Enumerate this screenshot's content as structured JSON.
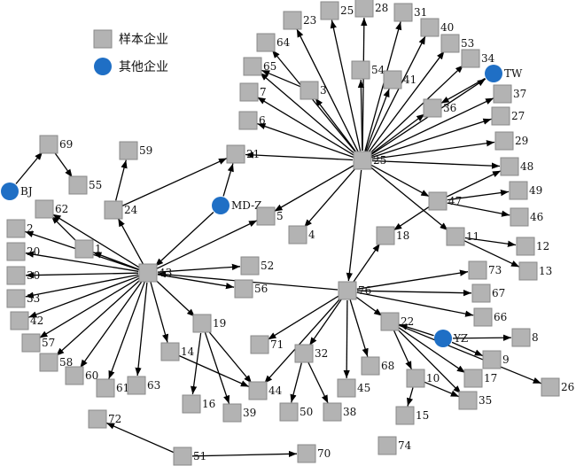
{
  "legend": {
    "sample_label": "样本企业",
    "other_label": "其他企业"
  },
  "colors": {
    "sample_fill": "#b3b3b3",
    "sample_stroke": "#8a8a8a",
    "other_fill": "#1f6fc5",
    "edge": "#000000"
  },
  "nodes": [
    {
      "id": "69",
      "label": "69",
      "type": "sample"
    },
    {
      "id": "BJ",
      "label": "BJ",
      "type": "other"
    },
    {
      "id": "55",
      "label": "55",
      "type": "sample"
    },
    {
      "id": "59",
      "label": "59",
      "type": "sample"
    },
    {
      "id": "24",
      "label": "24",
      "type": "sample"
    },
    {
      "id": "62",
      "label": "62",
      "type": "sample"
    },
    {
      "id": "2",
      "label": "2",
      "type": "sample"
    },
    {
      "id": "20",
      "label": "20",
      "type": "sample"
    },
    {
      "id": "30",
      "label": "30",
      "type": "sample"
    },
    {
      "id": "33",
      "label": "33",
      "type": "sample"
    },
    {
      "id": "42",
      "label": "42",
      "type": "sample"
    },
    {
      "id": "57",
      "label": "57",
      "type": "sample"
    },
    {
      "id": "58",
      "label": "58",
      "type": "sample"
    },
    {
      "id": "60",
      "label": "60",
      "type": "sample"
    },
    {
      "id": "61",
      "label": "61",
      "type": "sample"
    },
    {
      "id": "63",
      "label": "63",
      "type": "sample"
    },
    {
      "id": "1",
      "label": "1",
      "type": "sample"
    },
    {
      "id": "43",
      "label": "43",
      "type": "sample"
    },
    {
      "id": "14",
      "label": "14",
      "type": "sample"
    },
    {
      "id": "16",
      "label": "16",
      "type": "sample"
    },
    {
      "id": "39",
      "label": "39",
      "type": "sample"
    },
    {
      "id": "19",
      "label": "19",
      "type": "sample"
    },
    {
      "id": "44",
      "label": "44",
      "type": "sample"
    },
    {
      "id": "72",
      "label": "72",
      "type": "sample"
    },
    {
      "id": "51",
      "label": "51",
      "type": "sample"
    },
    {
      "id": "70",
      "label": "70",
      "type": "sample"
    },
    {
      "id": "MDZ",
      "label": "MD-Z",
      "type": "other"
    },
    {
      "id": "21",
      "label": "21",
      "type": "sample"
    },
    {
      "id": "5",
      "label": "5",
      "type": "sample"
    },
    {
      "id": "4",
      "label": "4",
      "type": "sample"
    },
    {
      "id": "52",
      "label": "52",
      "type": "sample"
    },
    {
      "id": "56",
      "label": "56",
      "type": "sample"
    },
    {
      "id": "71",
      "label": "71",
      "type": "sample"
    },
    {
      "id": "32",
      "label": "32",
      "type": "sample"
    },
    {
      "id": "50",
      "label": "50",
      "type": "sample"
    },
    {
      "id": "38",
      "label": "38",
      "type": "sample"
    },
    {
      "id": "45",
      "label": "45",
      "type": "sample"
    },
    {
      "id": "68",
      "label": "68",
      "type": "sample"
    },
    {
      "id": "76",
      "label": "76",
      "type": "sample"
    },
    {
      "id": "22",
      "label": "22",
      "type": "sample"
    },
    {
      "id": "10",
      "label": "10",
      "type": "sample"
    },
    {
      "id": "15",
      "label": "15",
      "type": "sample"
    },
    {
      "id": "35",
      "label": "35",
      "type": "sample"
    },
    {
      "id": "74",
      "label": "74",
      "type": "sample"
    },
    {
      "id": "YZ",
      "label": "YZ",
      "type": "other"
    },
    {
      "id": "8",
      "label": "8",
      "type": "sample"
    },
    {
      "id": "9",
      "label": "9",
      "type": "sample"
    },
    {
      "id": "17",
      "label": "17",
      "type": "sample"
    },
    {
      "id": "26",
      "label": "26",
      "type": "sample"
    },
    {
      "id": "73",
      "label": "73",
      "type": "sample"
    },
    {
      "id": "67",
      "label": "67",
      "type": "sample"
    },
    {
      "id": "66",
      "label": "66",
      "type": "sample"
    },
    {
      "id": "18",
      "label": "18",
      "type": "sample"
    },
    {
      "id": "11",
      "label": "11",
      "type": "sample"
    },
    {
      "id": "12",
      "label": "12",
      "type": "sample"
    },
    {
      "id": "13",
      "label": "13",
      "type": "sample"
    },
    {
      "id": "47",
      "label": "47",
      "type": "sample"
    },
    {
      "id": "49",
      "label": "49",
      "type": "sample"
    },
    {
      "id": "46",
      "label": "46",
      "type": "sample"
    },
    {
      "id": "48",
      "label": "48",
      "type": "sample"
    },
    {
      "id": "25",
      "label": "25",
      "type": "sample"
    },
    {
      "id": "29",
      "label": "29",
      "type": "sample"
    },
    {
      "id": "27",
      "label": "27",
      "type": "sample"
    },
    {
      "id": "37",
      "label": "37",
      "type": "sample"
    },
    {
      "id": "TW",
      "label": "TW",
      "type": "other"
    },
    {
      "id": "34",
      "label": "34",
      "type": "sample"
    },
    {
      "id": "53",
      "label": "53",
      "type": "sample"
    },
    {
      "id": "40",
      "label": "40",
      "type": "sample"
    },
    {
      "id": "31",
      "label": "31",
      "type": "sample"
    },
    {
      "id": "28",
      "label": "28",
      "type": "sample"
    },
    {
      "id": "23",
      "label": "23",
      "type": "sample"
    },
    {
      "id": "64",
      "label": "64",
      "type": "sample"
    },
    {
      "id": "65",
      "label": "65",
      "type": "sample"
    },
    {
      "id": "7",
      "label": "7",
      "type": "sample"
    },
    {
      "id": "6",
      "label": "6",
      "type": "sample"
    },
    {
      "id": "3",
      "label": "3",
      "type": "sample"
    },
    {
      "id": "54",
      "label": "54",
      "type": "sample"
    },
    {
      "id": "41",
      "label": "41",
      "type": "sample"
    },
    {
      "id": "36",
      "label": "36",
      "type": "sample"
    }
  ],
  "edges": [
    [
      "BJ",
      "69"
    ],
    [
      "69",
      "55"
    ],
    [
      "24",
      "59"
    ],
    [
      "24",
      "21"
    ],
    [
      "43",
      "24"
    ],
    [
      "43",
      "62"
    ],
    [
      "43",
      "2"
    ],
    [
      "43",
      "20"
    ],
    [
      "43",
      "30"
    ],
    [
      "43",
      "33"
    ],
    [
      "43",
      "42"
    ],
    [
      "43",
      "57"
    ],
    [
      "43",
      "58"
    ],
    [
      "43",
      "60"
    ],
    [
      "43",
      "61"
    ],
    [
      "43",
      "63"
    ],
    [
      "43",
      "1"
    ],
    [
      "43",
      "14"
    ],
    [
      "43",
      "19"
    ],
    [
      "43",
      "52"
    ],
    [
      "43",
      "56"
    ],
    [
      "43",
      "5"
    ],
    [
      "MDZ",
      "43"
    ],
    [
      "1",
      "62"
    ],
    [
      "19",
      "16"
    ],
    [
      "19",
      "39"
    ],
    [
      "19",
      "44"
    ],
    [
      "14",
      "44"
    ],
    [
      "51",
      "72"
    ],
    [
      "51",
      "70"
    ],
    [
      "76",
      "43"
    ],
    [
      "76",
      "71"
    ],
    [
      "76",
      "44"
    ],
    [
      "76",
      "32"
    ],
    [
      "76",
      "45"
    ],
    [
      "76",
      "68"
    ],
    [
      "76",
      "22"
    ],
    [
      "76",
      "73"
    ],
    [
      "76",
      "67"
    ],
    [
      "76",
      "66"
    ],
    [
      "76",
      "18"
    ],
    [
      "32",
      "50"
    ],
    [
      "32",
      "38"
    ],
    [
      "22",
      "10"
    ],
    [
      "22",
      "35"
    ],
    [
      "22",
      "17"
    ],
    [
      "22",
      "26"
    ],
    [
      "YZ",
      "22"
    ],
    [
      "YZ",
      "8"
    ],
    [
      "YZ",
      "9"
    ],
    [
      "10",
      "15"
    ],
    [
      "10",
      "35"
    ],
    [
      "47",
      "18"
    ],
    [
      "47",
      "49"
    ],
    [
      "47",
      "46"
    ],
    [
      "47",
      "48"
    ],
    [
      "11",
      "12"
    ],
    [
      "11",
      "13"
    ],
    [
      "25",
      "76"
    ],
    [
      "25",
      "47"
    ],
    [
      "25",
      "11"
    ],
    [
      "25",
      "48"
    ],
    [
      "25",
      "29"
    ],
    [
      "25",
      "27"
    ],
    [
      "25",
      "37"
    ],
    [
      "25",
      "TW"
    ],
    [
      "25",
      "34"
    ],
    [
      "25",
      "53"
    ],
    [
      "25",
      "40"
    ],
    [
      "25",
      "31"
    ],
    [
      "25",
      "28"
    ],
    [
      "25",
      "23"
    ],
    [
      "25",
      "64"
    ],
    [
      "25",
      "65"
    ],
    [
      "25",
      "7"
    ],
    [
      "25",
      "6"
    ],
    [
      "25",
      "3"
    ],
    [
      "25",
      "54"
    ],
    [
      "25",
      "41"
    ],
    [
      "25",
      "36"
    ],
    [
      "25",
      "21"
    ],
    [
      "25",
      "5"
    ],
    [
      "25",
      "4"
    ],
    [
      "3",
      "65"
    ],
    [
      "TW",
      "36"
    ],
    [
      "MDZ",
      "21"
    ]
  ]
}
